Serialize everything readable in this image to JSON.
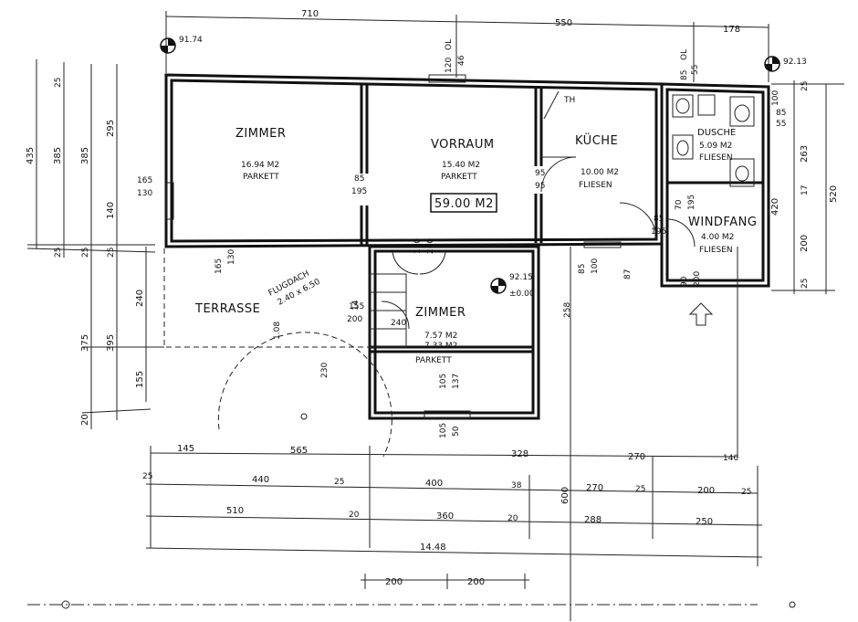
{
  "rooms": {
    "zimmer1": {
      "name": "ZIMMER",
      "area": "16.94 M2",
      "floor": "PARKETT"
    },
    "vorraum": {
      "name": "VORRAUM",
      "area": "15.40 M2",
      "floor": "PARKETT"
    },
    "kueche": {
      "name": "KÜCHE",
      "area": "10.00 M2",
      "floor": "FLIESEN"
    },
    "dusche": {
      "name": "DUSCHE",
      "area": "5.09 M2",
      "floor": "FLIESEN"
    },
    "windfang": {
      "name": "WINDFANG",
      "area": "4.00 M2",
      "floor": "FLIESEN"
    },
    "zimmer2": {
      "name": "ZIMMER",
      "area": "7.57 M2",
      "area2": "7.33 M2",
      "floor": "PARKETT"
    },
    "terrasse": {
      "name": "TERRASSE"
    }
  },
  "total_area": "59.00 M2",
  "flugdach": {
    "label": "FLUGDACH",
    "size": "2.40 x 6.50"
  },
  "levels": {
    "nw": "91.74",
    "ne": "92.13",
    "center": "92.15",
    "center_zero": "±0.00"
  },
  "th": "TH",
  "top_dims": [
    "710",
    "550",
    "178"
  ],
  "top_small": [
    "120",
    "OL",
    "46",
    "85",
    "OL",
    "55"
  ],
  "left_dims_outer": [
    "435",
    "385",
    "385",
    "295",
    "25",
    "25",
    "140",
    "25",
    "25",
    "240",
    "375",
    "395",
    "155",
    "20"
  ],
  "right_dims": [
    "100",
    "25",
    "85",
    "55",
    "263",
    "420",
    "520",
    "200",
    "17",
    "25"
  ],
  "interior_dims": [
    "165",
    "130",
    "85",
    "195",
    "95",
    "95",
    "85",
    "195",
    "70",
    "195",
    "150",
    "200",
    "165",
    "130",
    "1.08",
    "14",
    "155",
    "200",
    "240",
    "85",
    "100",
    "87",
    "90",
    "200",
    "258",
    "105",
    "137",
    "105",
    "50",
    "230"
  ],
  "bottom_row1": [
    "145",
    "565",
    "328",
    "270",
    "140"
  ],
  "bottom_row2": [
    "25",
    "440",
    "25",
    "400",
    "38",
    "270",
    "25",
    "200",
    "25"
  ],
  "bottom_row3": [
    "510",
    "20",
    "360",
    "20",
    "288",
    "250"
  ],
  "bottom_total": "14.48",
  "bottom_extra": [
    "200",
    "200"
  ],
  "vertical_600": "600"
}
